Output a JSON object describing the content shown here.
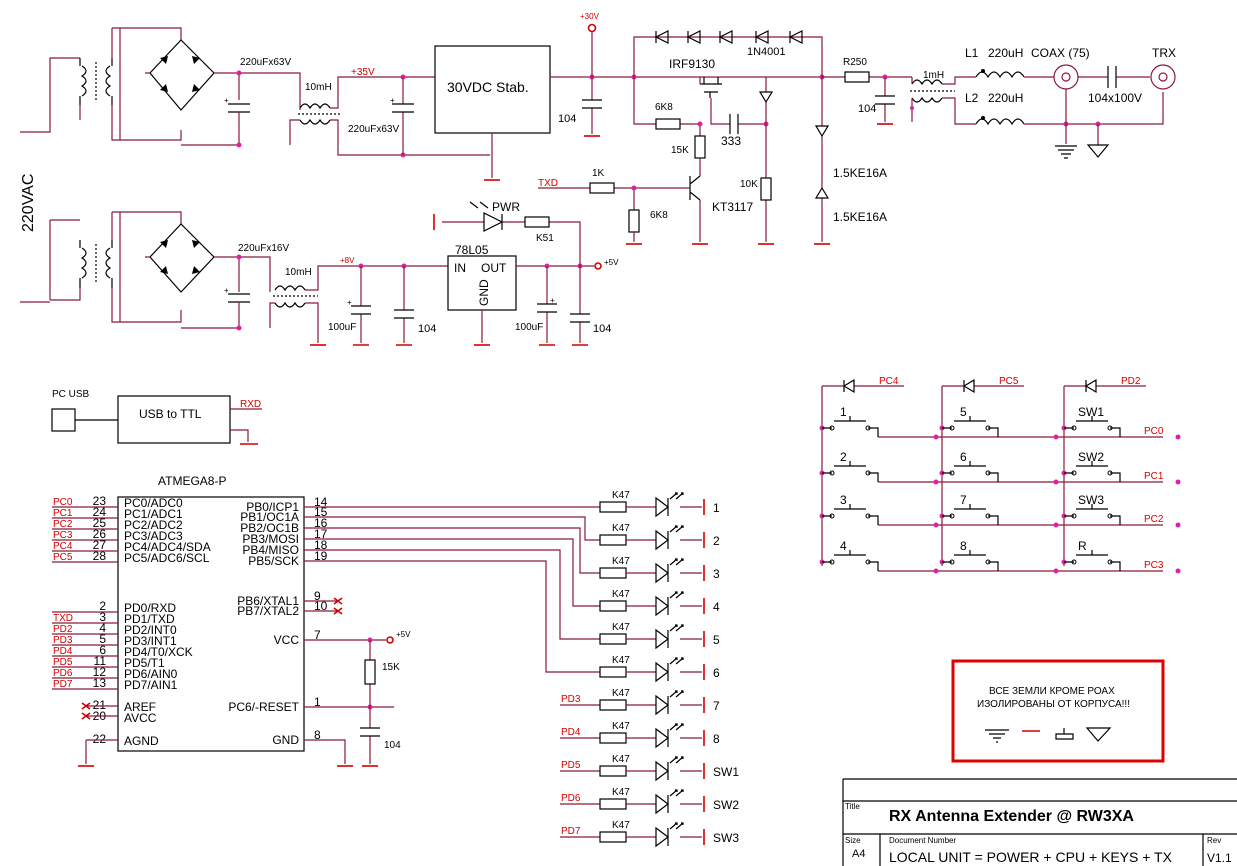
{
  "power": {
    "mains": "220VAC",
    "cap_top": "220uFx63V",
    "choke_top": "10mH",
    "rail_35": "+35V",
    "cap_top2": "220uFx63V",
    "stab": "30VDC Stab.",
    "rail_30": "+30V",
    "cap_104a": "104",
    "cap_bottom": "220uFx16V",
    "choke_bottom": "10mH",
    "rail_8": "+8V",
    "cap_100u_a": "100uF",
    "cap_104b": "104",
    "reg": "78L05",
    "reg_in": "IN",
    "reg_out": "OUT",
    "reg_gnd": "GND",
    "cap_100u_b": "100uF",
    "cap_104c": "104",
    "rail_5": "+5V",
    "led_pwr": "PWR",
    "res_k51": "K51"
  },
  "tx": {
    "mosfet": "IRF9130",
    "diodes": "1N4001",
    "r_6k8a": "6K8",
    "r_15k": "15K",
    "cap_333": "333",
    "txd": "TXD",
    "r_1k": "1K",
    "r_6k8b": "6K8",
    "transistor": "KT3117",
    "r_10k": "10K",
    "tvs1": "1.5KE16A",
    "tvs2": "1.5KE16A",
    "r250": "R250",
    "cap_104d": "104",
    "choke_1mh": "1mH",
    "l1": "L1",
    "l1_val": "220uH",
    "l2": "L2",
    "l2_val": "220uH",
    "coax": "COAX (75)",
    "trx": "TRX",
    "cap_104x100": "104x100V"
  },
  "usb": {
    "pc_usb": "PC USB",
    "box": "USB to TTL",
    "rxd": "RXD"
  },
  "mcu": {
    "name": "ATMEGA8-P",
    "left_pins": [
      {
        "net": "PC0",
        "num": "23",
        "label": "PC0/ADC0"
      },
      {
        "net": "PC1",
        "num": "24",
        "label": "PC1/ADC1"
      },
      {
        "net": "PC2",
        "num": "25",
        "label": "PC2/ADC2"
      },
      {
        "net": "PC3",
        "num": "26",
        "label": "PC3/ADC3"
      },
      {
        "net": "PC4",
        "num": "27",
        "label": "PC4/ADC4/SDA"
      },
      {
        "net": "PC5",
        "num": "28",
        "label": "PC5/ADC6/SCL"
      },
      {
        "net": "",
        "num": "2",
        "label": "PD0/RXD"
      },
      {
        "net": "TXD",
        "num": "3",
        "label": "PD1/TXD"
      },
      {
        "net": "PD2",
        "num": "4",
        "label": "PD2/INT0"
      },
      {
        "net": "PD3",
        "num": "5",
        "label": "PD3/INT1"
      },
      {
        "net": "PD4",
        "num": "6",
        "label": "PD4/T0/XCK"
      },
      {
        "net": "PD5",
        "num": "11",
        "label": "PD5/T1"
      },
      {
        "net": "PD6",
        "num": "12",
        "label": "PD6/AIN0"
      },
      {
        "net": "PD7",
        "num": "13",
        "label": "PD7/AIN1"
      },
      {
        "net": "",
        "num": "21",
        "label": "AREF"
      },
      {
        "net": "",
        "num": "20",
        "label": "AVCC"
      },
      {
        "net": "",
        "num": "22",
        "label": "AGND"
      }
    ],
    "right_pins": [
      {
        "num": "14",
        "label": "PB0/ICP1"
      },
      {
        "num": "15",
        "label": "PB1/OC1A"
      },
      {
        "num": "16",
        "label": "PB2/OC1B"
      },
      {
        "num": "17",
        "label": "PB3/MOSI"
      },
      {
        "num": "18",
        "label": "PB4/MISO"
      },
      {
        "num": "19",
        "label": "PB5/SCK"
      },
      {
        "num": "9",
        "label": "PB6/XTAL1"
      },
      {
        "num": "10",
        "label": "PB7/XTAL2"
      },
      {
        "num": "7",
        "label": "VCC"
      },
      {
        "num": "1",
        "label": "PC6/-RESET"
      },
      {
        "num": "8",
        "label": "GND"
      }
    ],
    "vcc_rail": "+5V",
    "r_15k": "15K",
    "cap_104": "104"
  },
  "leds": [
    {
      "res": "K47",
      "name": "1",
      "net": ""
    },
    {
      "res": "K47",
      "name": "2",
      "net": ""
    },
    {
      "res": "K47",
      "name": "3",
      "net": ""
    },
    {
      "res": "K47",
      "name": "4",
      "net": ""
    },
    {
      "res": "K47",
      "name": "5",
      "net": ""
    },
    {
      "res": "K47",
      "name": "6",
      "net": ""
    },
    {
      "res": "K47",
      "name": "7",
      "net": "PD3"
    },
    {
      "res": "K47",
      "name": "8",
      "net": "PD4"
    },
    {
      "res": "K47",
      "name": "SW1",
      "net": "PD5"
    },
    {
      "res": "K47",
      "name": "SW2",
      "net": "PD6"
    },
    {
      "res": "K47",
      "name": "SW3",
      "net": "PD7"
    }
  ],
  "keys": {
    "col_nets": [
      "PC4",
      "PC5",
      "PD2"
    ],
    "row_nets": [
      "PC0",
      "PC1",
      "PC2",
      "PC3"
    ],
    "labels": [
      [
        "1",
        "5",
        "SW1"
      ],
      [
        "2",
        "6",
        "SW2"
      ],
      [
        "3",
        "7",
        "SW3"
      ],
      [
        "4",
        "8",
        "R"
      ]
    ]
  },
  "note": {
    "line1": "ВСЕ ЗЕМЛИ КРОМЕ РОАХ",
    "line2": "ИЗОЛИРОВАНЫ ОТ КОРПУСА!!!"
  },
  "titleblock": {
    "title_lbl": "Title",
    "title": "RX Antenna Extender @ RW3XA",
    "size_lbl": "Size",
    "size": "A4",
    "doc_lbl": "Document Number",
    "doc": "LOCAL UNIT = POWER + CPU + KEYS + TX",
    "rev_lbl": "Rev",
    "rev": "V1.1"
  },
  "colors": {
    "wire": "#8b1a3a",
    "net_label": "#d40000",
    "ground": "#e00000",
    "junction": "#e020a0"
  }
}
